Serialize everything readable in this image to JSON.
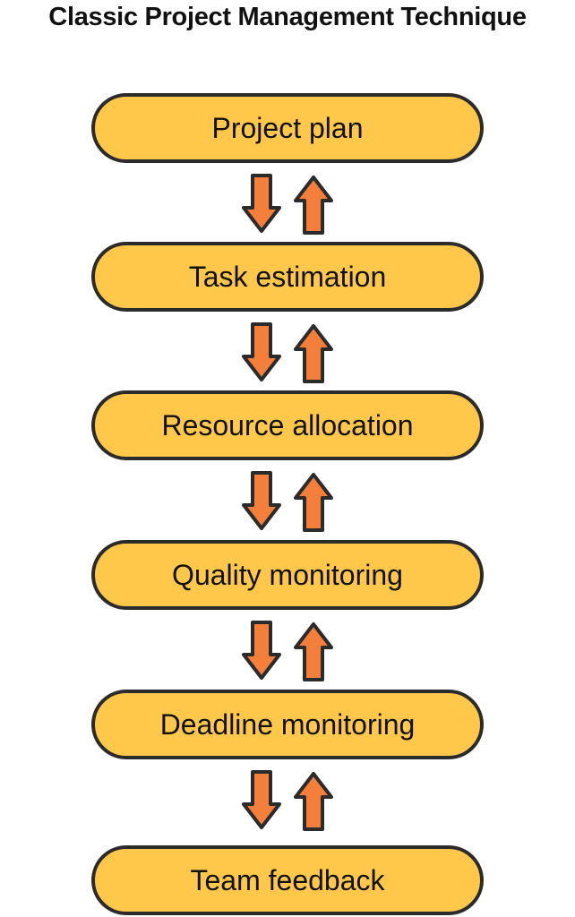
{
  "title": "Classic Project Management Technique",
  "colors": {
    "box_fill": "#ffc84a",
    "box_border": "#2b2b2b",
    "arrow_fill": "#f47f3a",
    "arrow_stroke": "#2b2b2b"
  },
  "steps": [
    {
      "label": "Project plan"
    },
    {
      "label": "Task estimation"
    },
    {
      "label": "Resource allocation"
    },
    {
      "label": "Quality monitoring"
    },
    {
      "label": "Deadline monitoring"
    },
    {
      "label": "Team feedback"
    }
  ],
  "connectors": [
    {
      "icon": "bidirectional-arrows-icon"
    },
    {
      "icon": "bidirectional-arrows-icon"
    },
    {
      "icon": "bidirectional-arrows-icon"
    },
    {
      "icon": "bidirectional-arrows-icon"
    },
    {
      "icon": "bidirectional-arrows-icon"
    }
  ]
}
